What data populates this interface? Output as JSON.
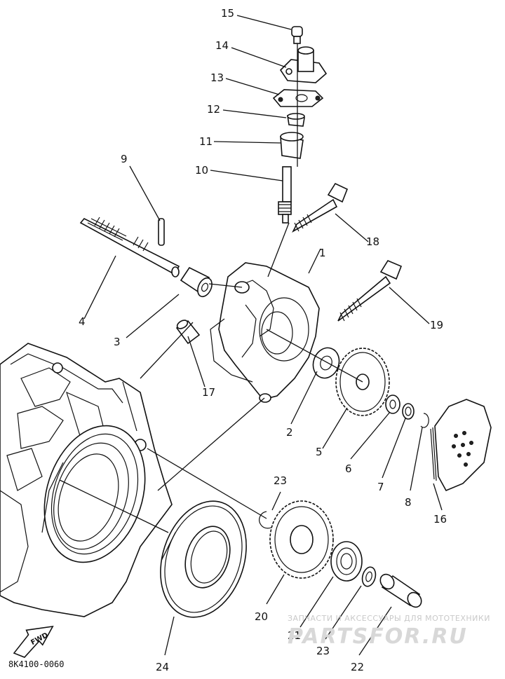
{
  "labels": {
    "l1": "1",
    "l2": "2",
    "l3": "3",
    "l4": "4",
    "l5": "5",
    "l6": "6",
    "l7": "7",
    "l8": "8",
    "l9": "9",
    "l10": "10",
    "l11": "11",
    "l12": "12",
    "l13": "13",
    "l14": "14",
    "l15": "15",
    "l16": "16",
    "l17": "17",
    "l18": "18",
    "l19": "19",
    "l20": "20",
    "l21": "21",
    "l22": "22",
    "l23a": "23",
    "l23b": "23",
    "l24": "24"
  },
  "fwd": "FWD",
  "diagram_code": "8K4100-0060",
  "watermark": {
    "line1": "ЗАПЧАСТИ И АКСЕССУАРЫ ДЛЯ МОТОТЕХНИКИ",
    "line2": "PARTSFOR.RU"
  }
}
